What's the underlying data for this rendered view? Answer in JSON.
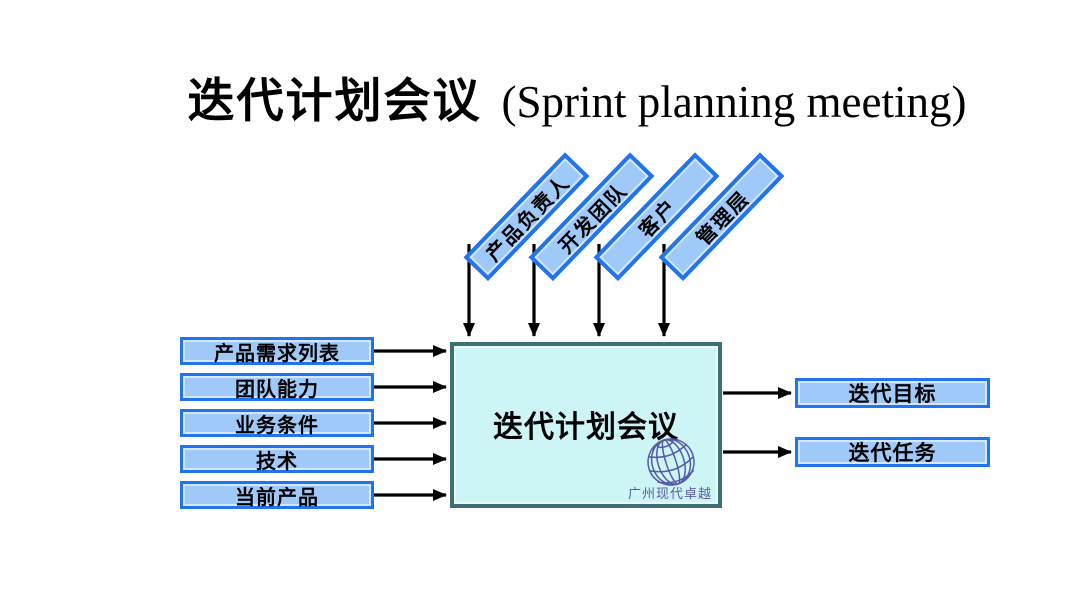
{
  "title": {
    "zh": "迭代计划会议",
    "en": "(Sprint planning meeting)"
  },
  "participants": [
    {
      "label": "产品负责人"
    },
    {
      "label": "开发团队"
    },
    {
      "label": "客户"
    },
    {
      "label": "管理层"
    }
  ],
  "inputs": [
    {
      "label": "产品需求列表"
    },
    {
      "label": "团队能力"
    },
    {
      "label": "业务条件"
    },
    {
      "label": "技术"
    },
    {
      "label": "当前产品"
    }
  ],
  "center": {
    "label": "迭代计划会议",
    "watermark": "广州现代卓越"
  },
  "outputs": [
    {
      "label": "迭代目标"
    },
    {
      "label": "迭代任务"
    }
  ],
  "colors": {
    "box_fill": "#9FC9F8",
    "box_border": "#2173EE",
    "center_fill": "#CDF5F5",
    "center_border": "#3C7076",
    "arrow": "#000000",
    "watermark": "#5C5CA6",
    "text": "#000000",
    "background": "#FFFFFF"
  }
}
